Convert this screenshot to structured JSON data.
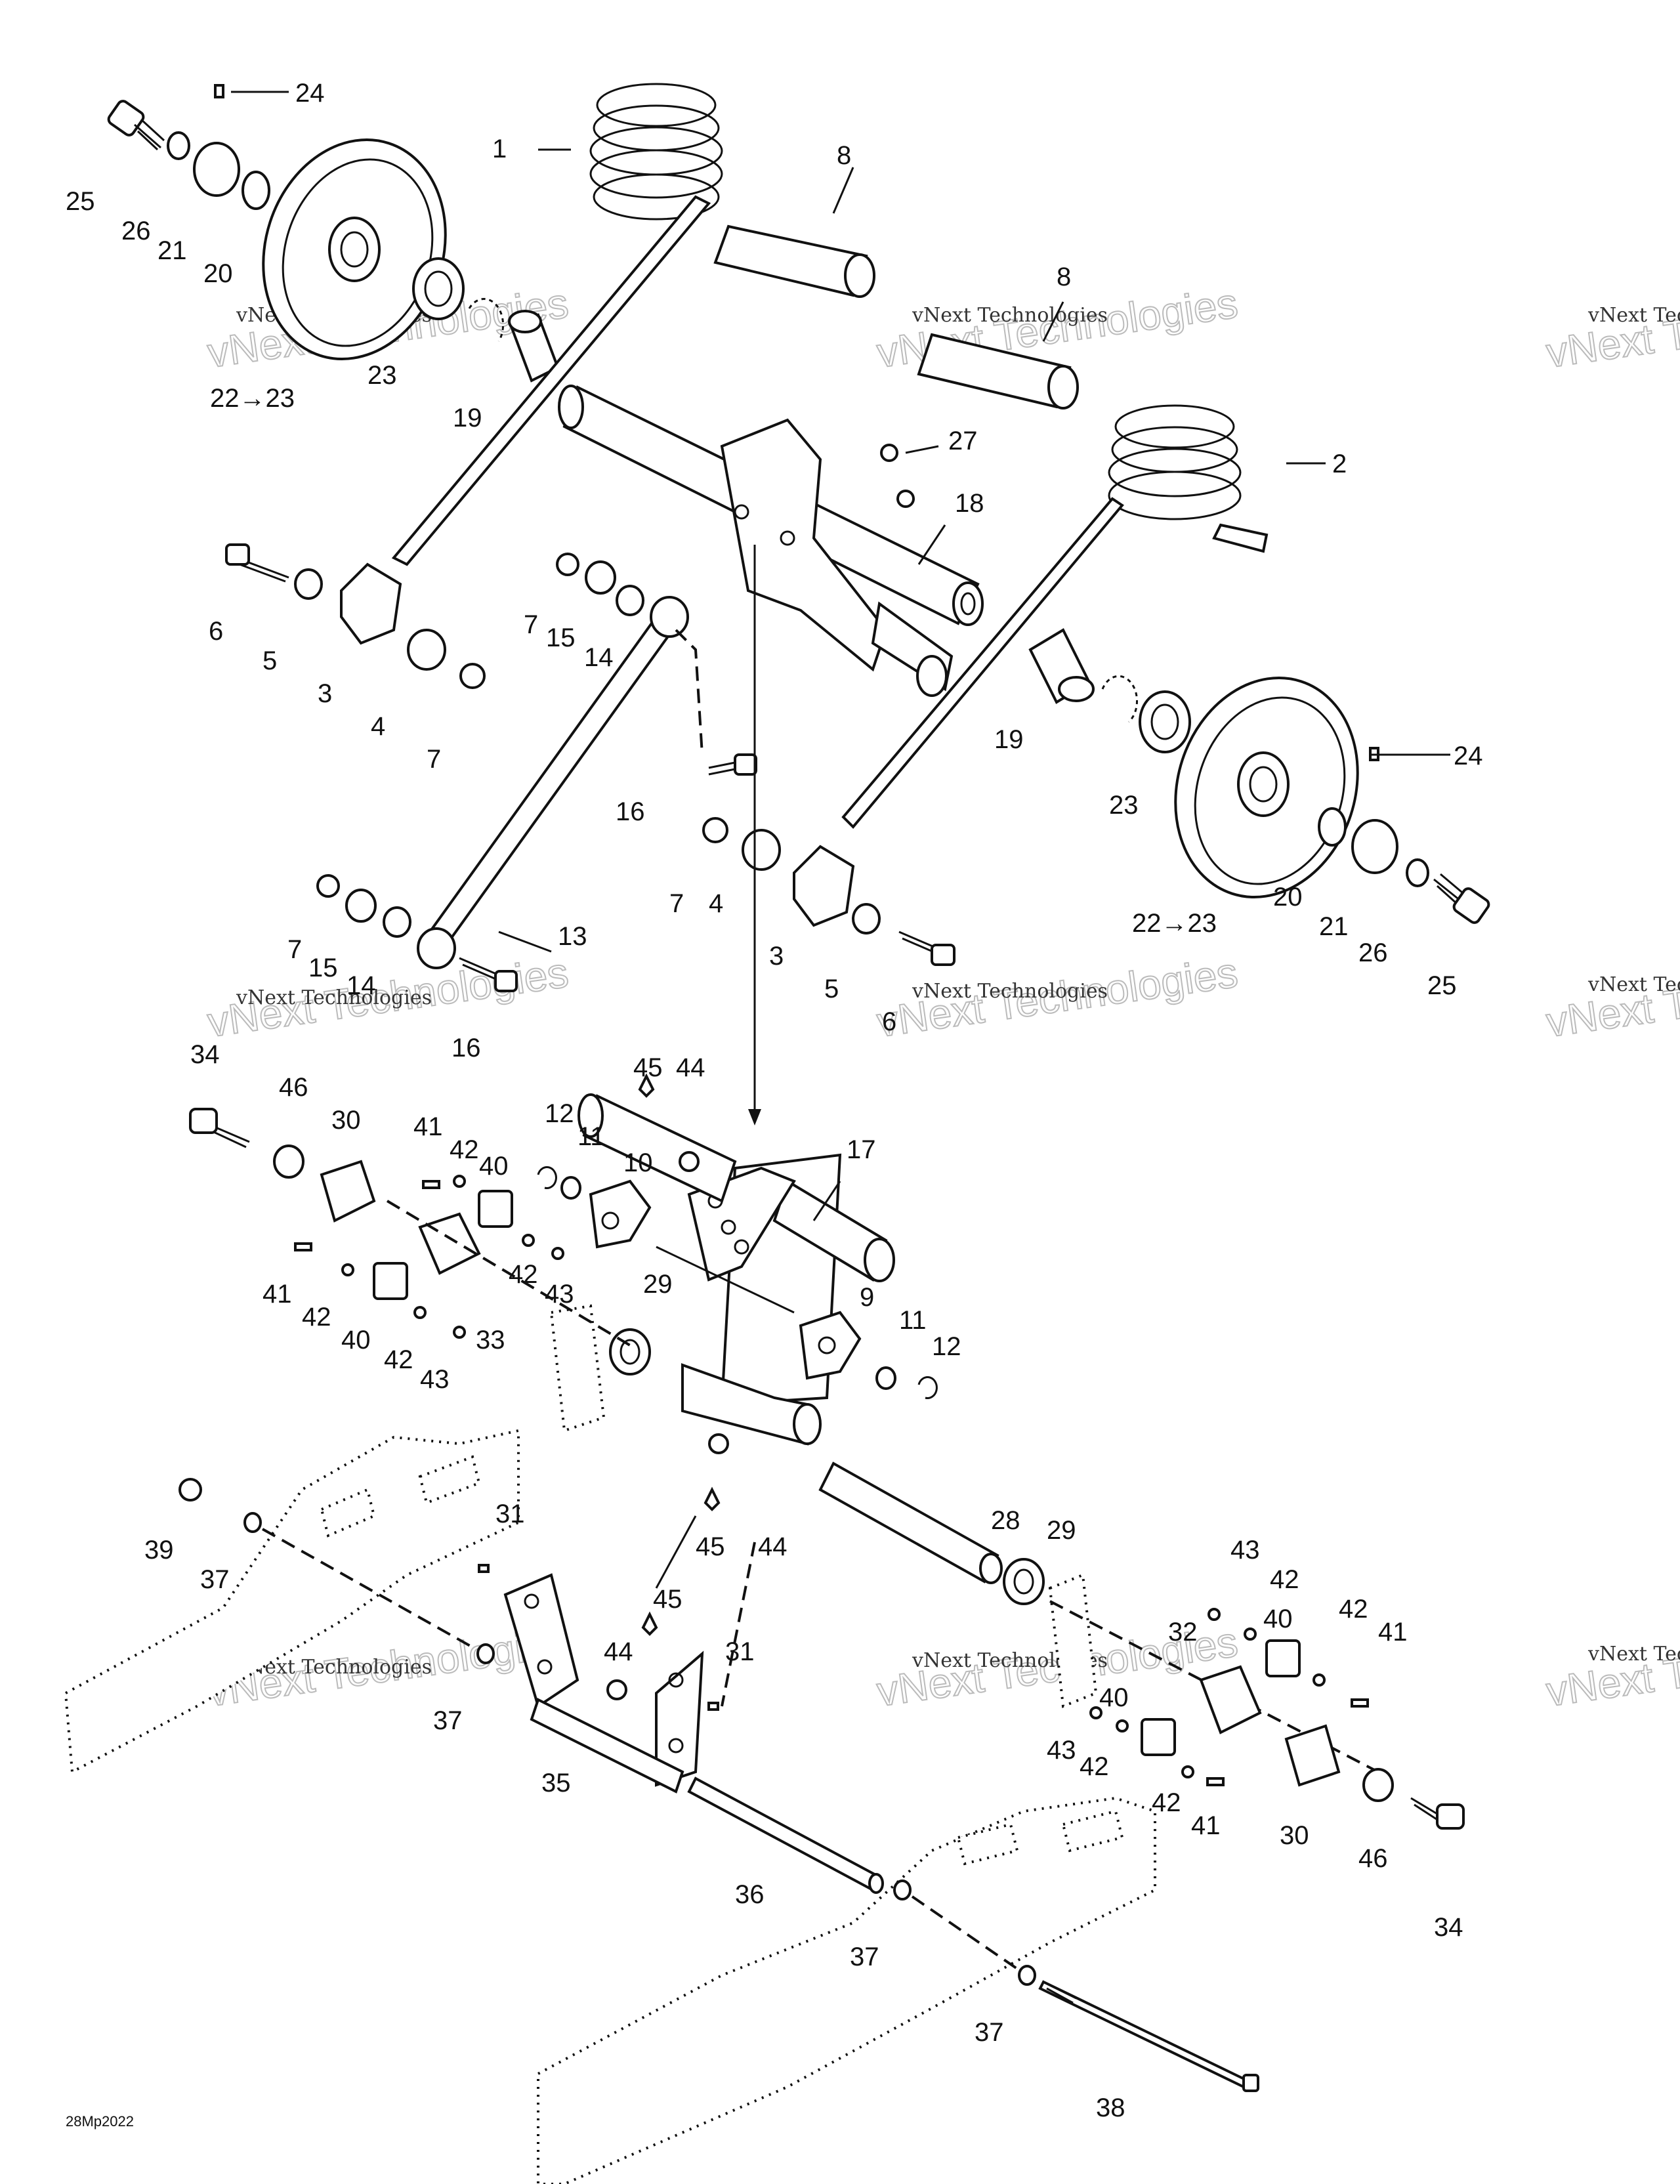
{
  "diagram": {
    "drawing_code": "28Mp2022",
    "watermark_text": "vNext Technologies",
    "callouts": [
      {
        "id": "c1",
        "label": "1"
      },
      {
        "id": "c2",
        "label": "2"
      },
      {
        "id": "c3a",
        "label": "3"
      },
      {
        "id": "c3b",
        "label": "3"
      },
      {
        "id": "c4a",
        "label": "4"
      },
      {
        "id": "c4b",
        "label": "4"
      },
      {
        "id": "c5a",
        "label": "5"
      },
      {
        "id": "c5b",
        "label": "5"
      },
      {
        "id": "c6a",
        "label": "6"
      },
      {
        "id": "c6b",
        "label": "6"
      },
      {
        "id": "c7a",
        "label": "7"
      },
      {
        "id": "c7b",
        "label": "7"
      },
      {
        "id": "c7c",
        "label": "7"
      },
      {
        "id": "c7d",
        "label": "7"
      },
      {
        "id": "c8a",
        "label": "8"
      },
      {
        "id": "c8b",
        "label": "8"
      },
      {
        "id": "c9",
        "label": "9"
      },
      {
        "id": "c10",
        "label": "10"
      },
      {
        "id": "c11a",
        "label": "11"
      },
      {
        "id": "c11b",
        "label": "11"
      },
      {
        "id": "c12a",
        "label": "12"
      },
      {
        "id": "c12b",
        "label": "12"
      },
      {
        "id": "c13",
        "label": "13"
      },
      {
        "id": "c14a",
        "label": "14"
      },
      {
        "id": "c14b",
        "label": "14"
      },
      {
        "id": "c15a",
        "label": "15"
      },
      {
        "id": "c15b",
        "label": "15"
      },
      {
        "id": "c16a",
        "label": "16"
      },
      {
        "id": "c16b",
        "label": "16"
      },
      {
        "id": "c17",
        "label": "17"
      },
      {
        "id": "c18",
        "label": "18"
      },
      {
        "id": "c19a",
        "label": "19"
      },
      {
        "id": "c19b",
        "label": "19"
      },
      {
        "id": "c20a",
        "label": "20"
      },
      {
        "id": "c20b",
        "label": "20"
      },
      {
        "id": "c21a",
        "label": "21"
      },
      {
        "id": "c21b",
        "label": "21"
      },
      {
        "id": "c22a",
        "label": "22→23"
      },
      {
        "id": "c22b",
        "label": "22→23"
      },
      {
        "id": "c23a",
        "label": "23"
      },
      {
        "id": "c23b",
        "label": "23"
      },
      {
        "id": "c24a",
        "label": "24"
      },
      {
        "id": "c24b",
        "label": "24"
      },
      {
        "id": "c25a",
        "label": "25"
      },
      {
        "id": "c25b",
        "label": "25"
      },
      {
        "id": "c26a",
        "label": "26"
      },
      {
        "id": "c26b",
        "label": "26"
      },
      {
        "id": "c27",
        "label": "27"
      },
      {
        "id": "c28",
        "label": "28"
      },
      {
        "id": "c29a",
        "label": "29"
      },
      {
        "id": "c29b",
        "label": "29"
      },
      {
        "id": "c30a",
        "label": "30"
      },
      {
        "id": "c30b",
        "label": "30"
      },
      {
        "id": "c31a",
        "label": "31"
      },
      {
        "id": "c31b",
        "label": "31"
      },
      {
        "id": "c32",
        "label": "32"
      },
      {
        "id": "c33",
        "label": "33"
      },
      {
        "id": "c34a",
        "label": "34"
      },
      {
        "id": "c34b",
        "label": "34"
      },
      {
        "id": "c35",
        "label": "35"
      },
      {
        "id": "c36",
        "label": "36"
      },
      {
        "id": "c37a",
        "label": "37"
      },
      {
        "id": "c37b",
        "label": "37"
      },
      {
        "id": "c37c",
        "label": "37"
      },
      {
        "id": "c37d",
        "label": "37"
      },
      {
        "id": "c38",
        "label": "38"
      },
      {
        "id": "c39",
        "label": "39"
      },
      {
        "id": "c40a",
        "label": "40"
      },
      {
        "id": "c40b",
        "label": "40"
      },
      {
        "id": "c40c",
        "label": "40"
      },
      {
        "id": "c40d",
        "label": "40"
      },
      {
        "id": "c41a",
        "label": "41"
      },
      {
        "id": "c41b",
        "label": "41"
      },
      {
        "id": "c41c",
        "label": "41"
      },
      {
        "id": "c41d",
        "label": "41"
      },
      {
        "id": "c42a",
        "label": "42"
      },
      {
        "id": "c42b",
        "label": "42"
      },
      {
        "id": "c42c",
        "label": "42"
      },
      {
        "id": "c42d",
        "label": "42"
      },
      {
        "id": "c42e",
        "label": "42"
      },
      {
        "id": "c42f",
        "label": "42"
      },
      {
        "id": "c42g",
        "label": "42"
      },
      {
        "id": "c42h",
        "label": "42"
      },
      {
        "id": "c43a",
        "label": "43"
      },
      {
        "id": "c43b",
        "label": "43"
      },
      {
        "id": "c43c",
        "label": "43"
      },
      {
        "id": "c43d",
        "label": "43"
      },
      {
        "id": "c44a",
        "label": "44"
      },
      {
        "id": "c44b",
        "label": "44"
      },
      {
        "id": "c44c",
        "label": "44"
      },
      {
        "id": "c45a",
        "label": "45"
      },
      {
        "id": "c45b",
        "label": "45"
      },
      {
        "id": "c45c",
        "label": "45"
      },
      {
        "id": "c46a",
        "label": "46"
      },
      {
        "id": "c46b",
        "label": "46"
      }
    ]
  }
}
